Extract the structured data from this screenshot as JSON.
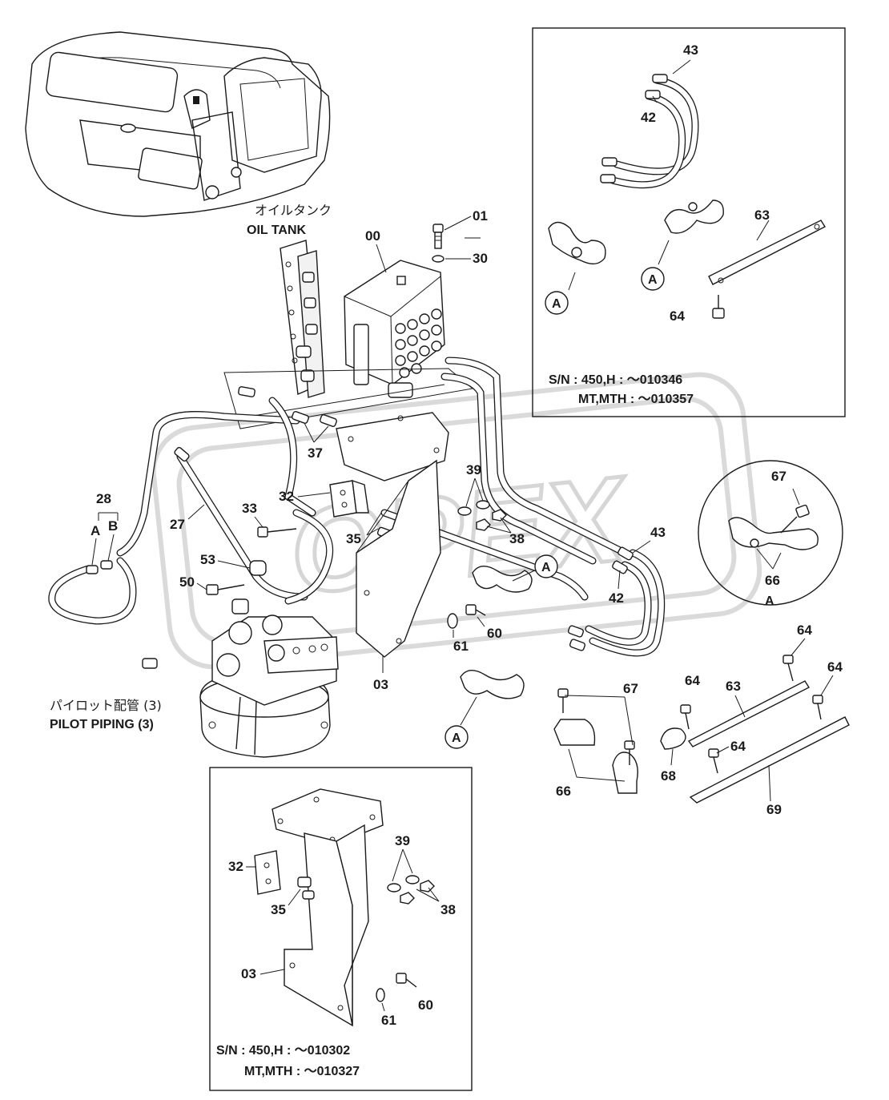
{
  "oil_tank": {
    "jp": "オイルタンク",
    "en": "OIL TANK"
  },
  "pilot_piping": {
    "jp": "パイロット配管 (3)",
    "en": "PILOT PIPING (3)"
  },
  "detail_a": "A",
  "inset_top": {
    "line1": "S/N :  450,H :  ～010346",
    "line2": "MT,MTH :  ～010357"
  },
  "inset_bottom": {
    "line1": "S/N :  450,H :  ～010302",
    "line2": "MT,MTH :  ～010327"
  },
  "ref_a": "A",
  "ab": {
    "a": "A",
    "b": "B"
  },
  "callouts": {
    "p00": "00",
    "p01": "01",
    "p30": "30",
    "p37": "37",
    "p28": "28",
    "p27": "27",
    "p32": "32",
    "p33": "33",
    "p35": "35",
    "p39": "39",
    "p38": "38",
    "p53": "53",
    "p50": "50",
    "p60": "60",
    "p61": "61",
    "p03": "03",
    "p43": "43",
    "p42": "42",
    "p43b": "43",
    "p42b": "42",
    "p63": "63",
    "p64": "64",
    "p67": "67",
    "p66": "66",
    "p67b": "67",
    "p66b": "66",
    "p64b": "64",
    "p64c": "64",
    "p64d": "64",
    "p64e": "64",
    "p63b": "63",
    "p68": "68",
    "p69": "69",
    "i32": "32",
    "i35": "35",
    "i39": "39",
    "i38": "38",
    "i03": "03",
    "i60": "60",
    "i61": "61"
  },
  "watermark": "OPEX"
}
